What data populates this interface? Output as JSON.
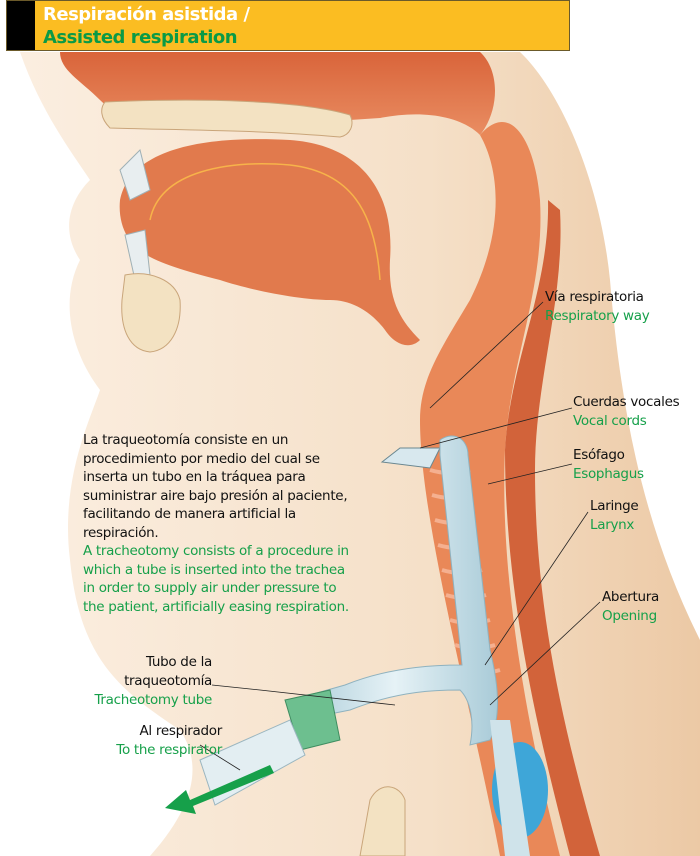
{
  "title": {
    "es": "Respiración asistida /",
    "en": "Assisted respiration"
  },
  "description": {
    "es": "La traqueotomía consiste en un procedimiento por medio del cual se inserta un tubo en la tráquea para suministrar aire bajo presión al paciente, facilitando de manera artificial la respiración.",
    "en": "A tracheotomy consists of a procedure in which a tube is inserted into the trachea in order to supply air under pressure to the patient, artificially easing respiration."
  },
  "labels": {
    "respiratory_way": {
      "es": "Vía respiratoria",
      "en": "Respiratory way"
    },
    "vocal_cords": {
      "es": "Cuerdas vocales",
      "en": "Vocal cords"
    },
    "esophagus": {
      "es": "Esófago",
      "en": "Esophagus"
    },
    "larynx": {
      "es": "Laringe",
      "en": "Larynx"
    },
    "opening": {
      "es": "Abertura",
      "en": "Opening"
    },
    "tracheotomy_tube": {
      "es1": "Tubo de la",
      "es2": "traqueotomía",
      "en": "Tracheotomy tube"
    },
    "respirator": {
      "es": "Al respirador",
      "en": "To the respirator"
    }
  },
  "colors": {
    "header": "#fbbd22",
    "english_text": "#16a04a",
    "tissue": "#e07a4f",
    "skin": "#f6e3cc"
  }
}
